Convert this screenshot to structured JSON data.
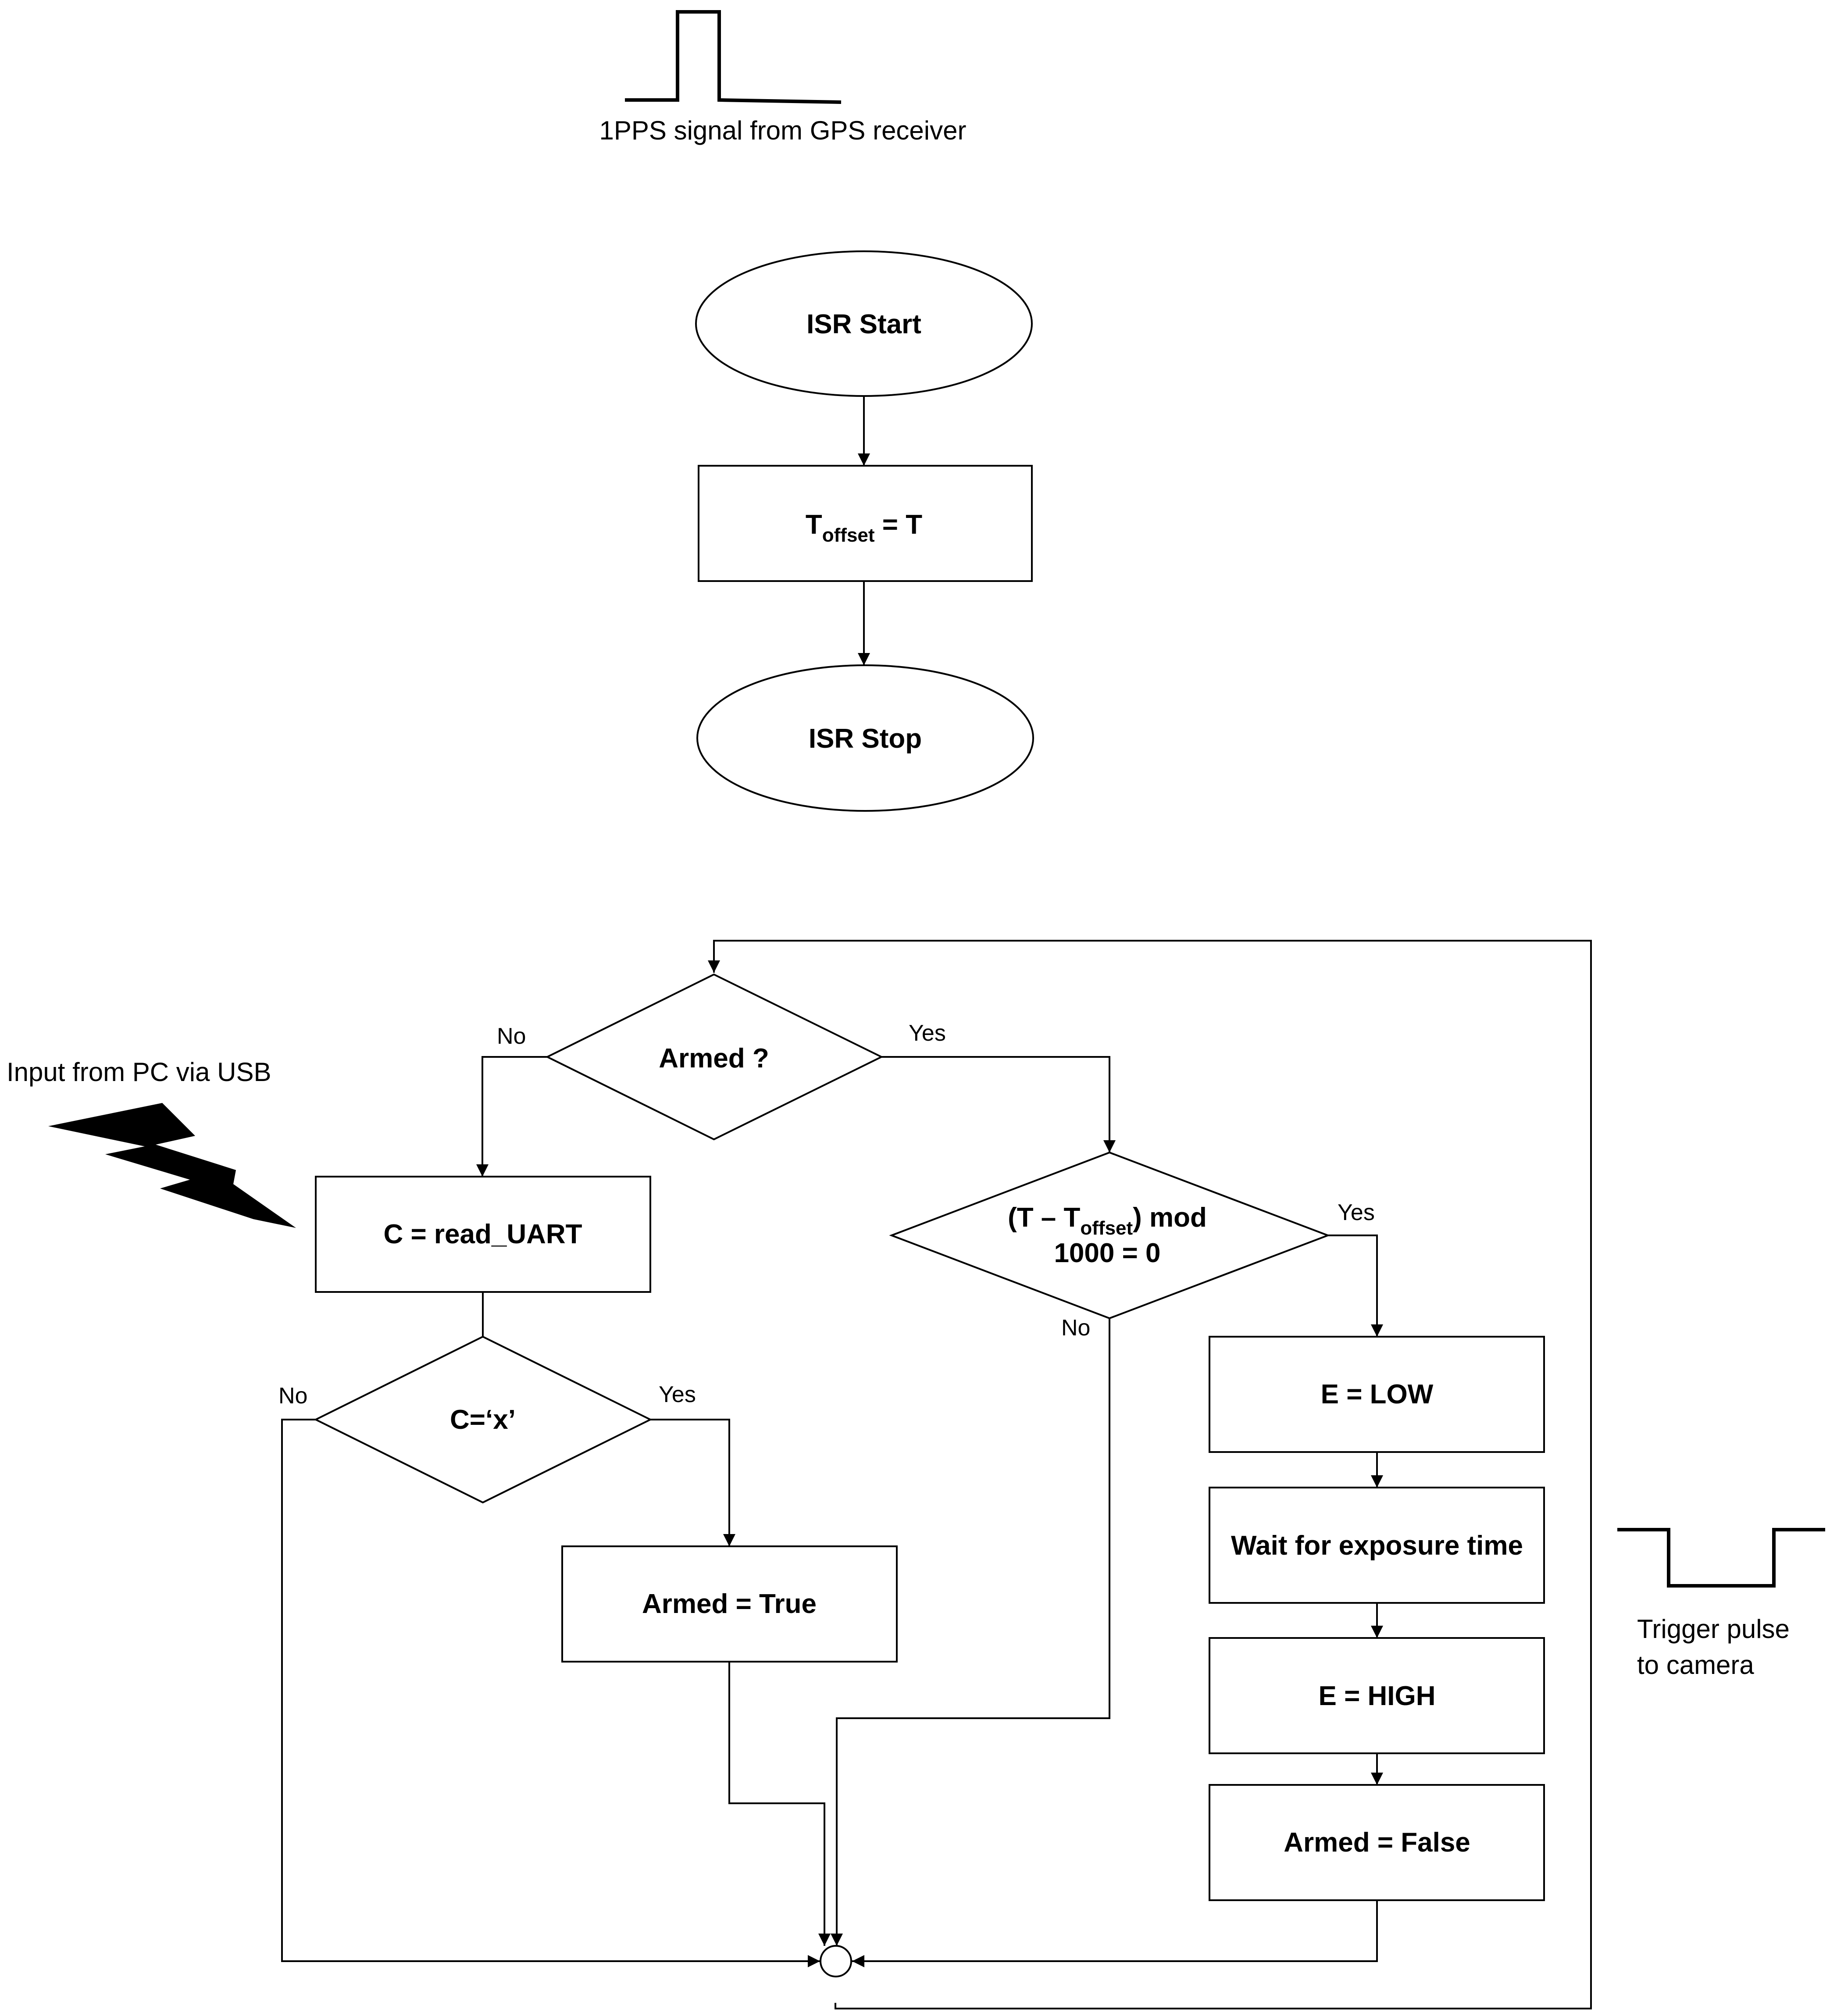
{
  "top_signal": {
    "caption": "1PPS signal from GPS receiver"
  },
  "isr": {
    "start_label": "ISR Start",
    "assign_main": "T",
    "assign_sub": "offset",
    "assign_rest": " = T",
    "stop_label": "ISR Stop"
  },
  "input": {
    "caption": "Input from PC via USB"
  },
  "loop": {
    "armed_question": "Armed ?",
    "armed_no": "No",
    "armed_yes": "Yes",
    "read_uart": "C = read_UART",
    "cx_question": "C=‘x’",
    "cx_no": "No",
    "cx_yes": "Yes",
    "set_armed_true": "Armed = True",
    "mod_line1_a": "(T – T",
    "mod_line1_sub": "offset",
    "mod_line1_b": ") mod",
    "mod_line2": "1000 = 0",
    "mod_yes": "Yes",
    "mod_no": "No",
    "e_low": "E = LOW",
    "wait_exposure": "Wait for exposure time",
    "e_high": "E = HIGH",
    "set_armed_false": "Armed = False"
  },
  "trigger": {
    "caption_line1": "Trigger pulse",
    "caption_line2": "to camera"
  }
}
